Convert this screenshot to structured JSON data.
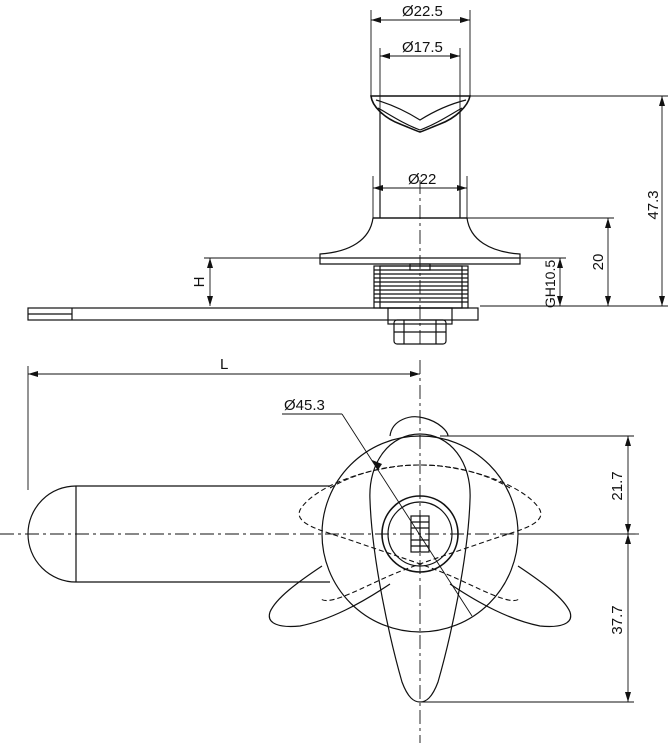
{
  "drawing": {
    "labels": {
      "d_22_5": "Ø22.5",
      "d_17_5": "Ø17.5",
      "d_22": "Ø22",
      "h_47_3": "47.3",
      "h_20": "20",
      "gh_10_5": "GH10.5",
      "h_letter": "H",
      "l_letter": "L",
      "d_45_3": "Ø45.3",
      "v_21_7": "21.7",
      "v_37_7": "37.7"
    }
  }
}
